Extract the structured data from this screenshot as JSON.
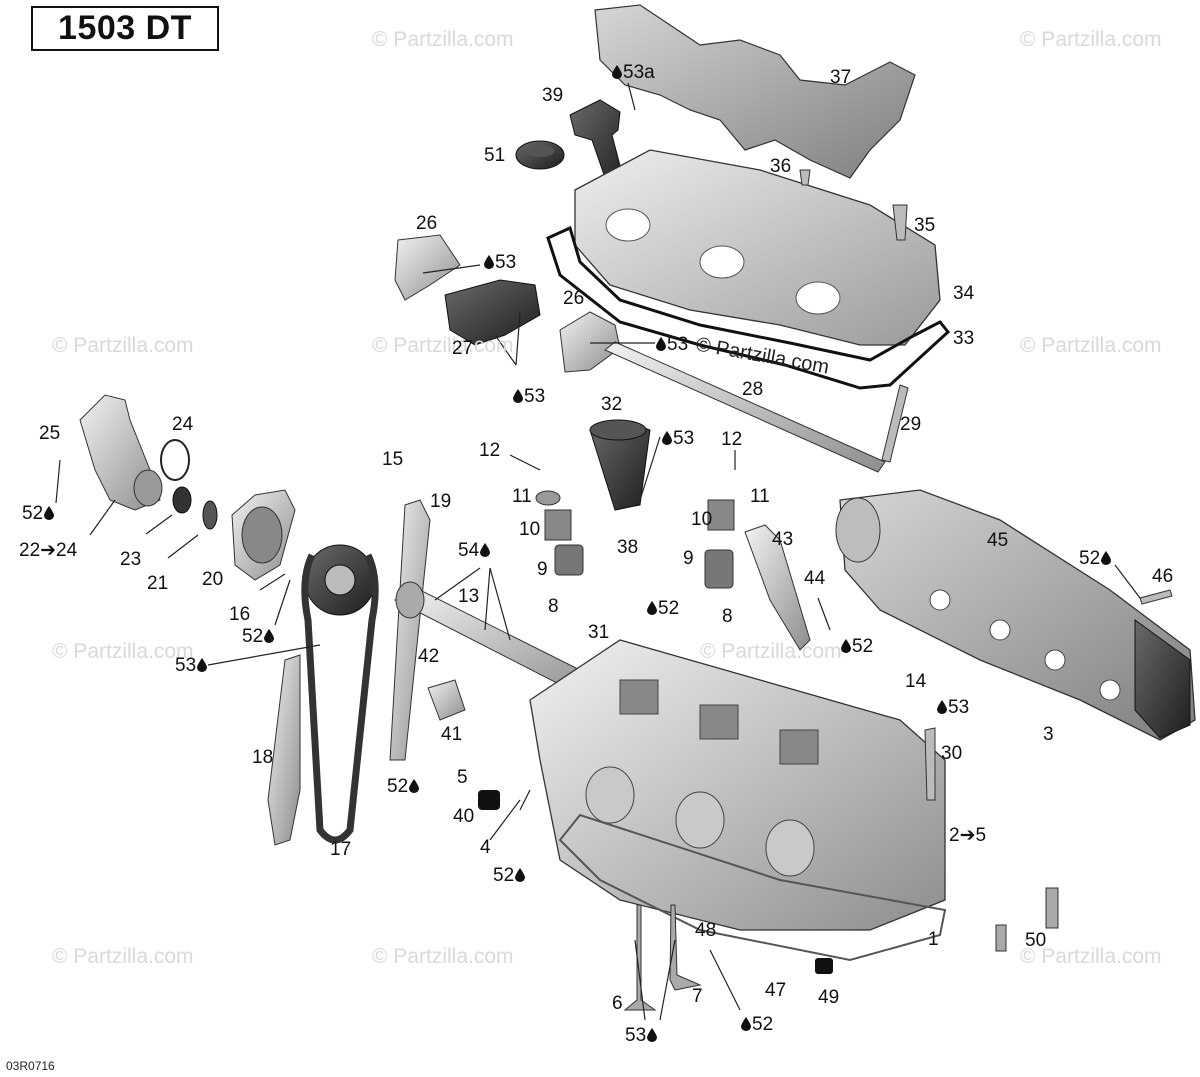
{
  "title": "1503 DT",
  "diagram_code": "03R0716",
  "watermark": "© Partzilla.com",
  "center_watermark": "© Partzilla.com",
  "labels": [
    {
      "id": "l-53a",
      "text": "53a",
      "drop": "before"
    },
    {
      "id": "l-39",
      "text": "39"
    },
    {
      "id": "l-37",
      "text": "37"
    },
    {
      "id": "l-51",
      "text": "51"
    },
    {
      "id": "l-36",
      "text": "36"
    },
    {
      "id": "l-35",
      "text": "35"
    },
    {
      "id": "l-26a",
      "text": "26"
    },
    {
      "id": "l-53-b",
      "text": "53",
      "drop": "before"
    },
    {
      "id": "l-34",
      "text": "34"
    },
    {
      "id": "l-26b",
      "text": "26"
    },
    {
      "id": "l-33",
      "text": "33"
    },
    {
      "id": "l-27",
      "text": "27"
    },
    {
      "id": "l-53-c",
      "text": "53",
      "drop": "before"
    },
    {
      "id": "l-53-d",
      "text": "53",
      "drop": "before"
    },
    {
      "id": "l-28",
      "text": "28"
    },
    {
      "id": "l-32",
      "text": "32"
    },
    {
      "id": "l-53-e",
      "text": "53",
      "drop": "before"
    },
    {
      "id": "l-29",
      "text": "29"
    },
    {
      "id": "l-25",
      "text": "25"
    },
    {
      "id": "l-24",
      "text": "24"
    },
    {
      "id": "l-12a",
      "text": "12"
    },
    {
      "id": "l-12b",
      "text": "12"
    },
    {
      "id": "l-15",
      "text": "15"
    },
    {
      "id": "l-11a",
      "text": "11"
    },
    {
      "id": "l-11b",
      "text": "11"
    },
    {
      "id": "l-19",
      "text": "19"
    },
    {
      "id": "l-52-a",
      "text": "52",
      "drop": "after"
    },
    {
      "id": "l-22",
      "text": "22➔24"
    },
    {
      "id": "l-10a",
      "text": "10"
    },
    {
      "id": "l-10b",
      "text": "10"
    },
    {
      "id": "l-43",
      "text": "43"
    },
    {
      "id": "l-45",
      "text": "45"
    },
    {
      "id": "l-23",
      "text": "23"
    },
    {
      "id": "l-21",
      "text": "21"
    },
    {
      "id": "l-54",
      "text": "54",
      "drop": "after"
    },
    {
      "id": "l-38",
      "text": "38"
    },
    {
      "id": "l-52-b",
      "text": "52",
      "drop": "after"
    },
    {
      "id": "l-9a",
      "text": "9"
    },
    {
      "id": "l-9b",
      "text": "9"
    },
    {
      "id": "l-46",
      "text": "46"
    },
    {
      "id": "l-20",
      "text": "20"
    },
    {
      "id": "l-13",
      "text": "13"
    },
    {
      "id": "l-44",
      "text": "44"
    },
    {
      "id": "l-16",
      "text": "16"
    },
    {
      "id": "l-8a",
      "text": "8"
    },
    {
      "id": "l-8b",
      "text": "8"
    },
    {
      "id": "l-52-c",
      "text": "52",
      "drop": "after"
    },
    {
      "id": "l-52-d",
      "text": "52",
      "drop": "before"
    },
    {
      "id": "l-31",
      "text": "31"
    },
    {
      "id": "l-52-e",
      "text": "52",
      "drop": "before"
    },
    {
      "id": "l-53-f",
      "text": "53",
      "drop": "after"
    },
    {
      "id": "l-42",
      "text": "42"
    },
    {
      "id": "l-14",
      "text": "14"
    },
    {
      "id": "l-53-g",
      "text": "53",
      "drop": "before"
    },
    {
      "id": "l-41",
      "text": "41"
    },
    {
      "id": "l-3",
      "text": "3"
    },
    {
      "id": "l-18",
      "text": "18"
    },
    {
      "id": "l-30",
      "text": "30"
    },
    {
      "id": "l-5",
      "text": "5"
    },
    {
      "id": "l-52-f",
      "text": "52",
      "drop": "after"
    },
    {
      "id": "l-40",
      "text": "40"
    },
    {
      "id": "l-2",
      "text": "2➔5"
    },
    {
      "id": "l-17",
      "text": "17"
    },
    {
      "id": "l-4",
      "text": "4"
    },
    {
      "id": "l-52-g",
      "text": "52",
      "drop": "after"
    },
    {
      "id": "l-1",
      "text": "1"
    },
    {
      "id": "l-48",
      "text": "48"
    },
    {
      "id": "l-50",
      "text": "50"
    },
    {
      "id": "l-7",
      "text": "7"
    },
    {
      "id": "l-47",
      "text": "47"
    },
    {
      "id": "l-49",
      "text": "49"
    },
    {
      "id": "l-6",
      "text": "6"
    },
    {
      "id": "l-52-h",
      "text": "52",
      "drop": "before"
    },
    {
      "id": "l-53-h",
      "text": "53",
      "drop": "after"
    }
  ]
}
